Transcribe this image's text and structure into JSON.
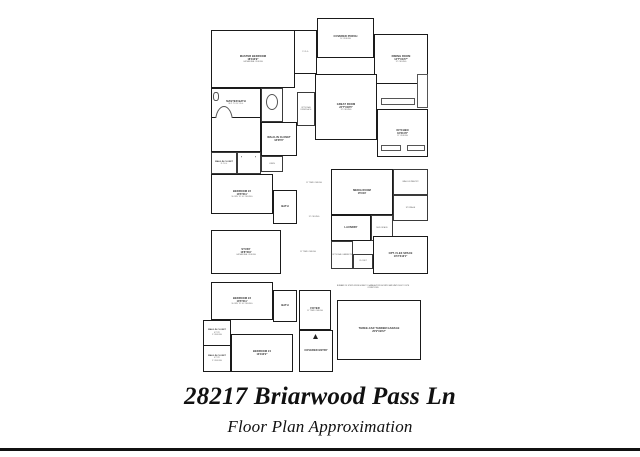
{
  "caption": {
    "address": "28217 Briarwood Pass Ln",
    "subtitle": "Floor Plan Approximation"
  },
  "plan": {
    "rooms": [
      {
        "id": "master-bedroom",
        "name": "MASTER BEDROOM",
        "dim": "18'X13'9\"",
        "sub": "CATHEDRAL CEILING"
      },
      {
        "id": "covered-porch",
        "name": "COVERED PORCH",
        "dim": "",
        "sub": "10' CEILING"
      },
      {
        "id": "dining-room",
        "name": "DINING ROOM",
        "dim": "14'7\"X13'7\"",
        "sub": "12' CEILING"
      },
      {
        "id": "great-room",
        "name": "GREAT ROOM",
        "dim": "22'7\"X18'5\"",
        "sub": "12' CEILING"
      },
      {
        "id": "kitchen",
        "name": "KITCHEN",
        "dim": "16'X11'8\"",
        "sub": "12' CEILING"
      },
      {
        "id": "master-bath",
        "name": "MASTER BATH",
        "dim": "",
        "sub": "SLP. TO 10' CLG."
      },
      {
        "id": "walk-in-closet-master",
        "name": "WALK-IN CLOSET",
        "dim": "18'X5'6\"",
        "sub": ""
      },
      {
        "id": "walk-in-closet-small",
        "name": "WALK-IN CLOSET",
        "dim": "",
        "sub": "8' CLG."
      },
      {
        "id": "linen",
        "name": "LINEN",
        "dim": "",
        "sub": ""
      },
      {
        "id": "optional-fireplace",
        "name": "OPTIONAL FIREPLACE",
        "dim": "",
        "sub": ""
      },
      {
        "id": "bedroom-2",
        "name": "BEDROOM #2",
        "dim": "13'6\"X11'",
        "sub": "SLOPE TO 10' CEILING"
      },
      {
        "id": "bath-2",
        "name": "BATH",
        "dim": "",
        "sub": ""
      },
      {
        "id": "media-room",
        "name": "MEDIA ROOM",
        "dim": "15'X10'",
        "sub": ""
      },
      {
        "id": "walk-in-pantry",
        "name": "WALK-IN PANTRY",
        "dim": "",
        "sub": ""
      },
      {
        "id": "storage",
        "name": "STORAGE",
        "dim": "",
        "sub": ""
      },
      {
        "id": "laundry",
        "name": "LAUNDRY",
        "dim": "",
        "sub": ""
      },
      {
        "id": "mud-space",
        "name": "MUD SPACE",
        "dim": "",
        "sub": ""
      },
      {
        "id": "optional-cabinets",
        "name": "OPTIONAL CABINETS",
        "dim": "",
        "sub": ""
      },
      {
        "id": "closet-flex",
        "name": "CLOSET",
        "dim": "",
        "sub": ""
      },
      {
        "id": "opt-flex-space",
        "name": "OPT. FLEX SPACE",
        "dim": "13'4\"X13'1\"",
        "sub": ""
      },
      {
        "id": "study",
        "name": "STUDY",
        "dim": "13'8\"X10'",
        "sub": "CATHEDRAL CEILING"
      },
      {
        "id": "bedroom-3",
        "name": "BEDROOM #3",
        "dim": "13'6\"X11'",
        "sub": "SLOPE TO 10' CEILING"
      },
      {
        "id": "bath-3",
        "name": "BATH",
        "dim": "",
        "sub": ""
      },
      {
        "id": "foyer",
        "name": "FOYER",
        "dim": "",
        "sub": "11' TRAY CEILING"
      },
      {
        "id": "bedroom-4",
        "name": "BEDROOM #4",
        "dim": "13'X10'2\"",
        "sub": ""
      },
      {
        "id": "covered-entry",
        "name": "COVERED ENTRY",
        "dim": "",
        "sub": ""
      },
      {
        "id": "walk-in-closet-a",
        "name": "WALK-IN CLOSET",
        "dim": "6'2\"X5'",
        "sub": "9' CEILING"
      },
      {
        "id": "walk-in-closet-b",
        "name": "WALK-IN CLOSET",
        "dim": "6'2\"X5'",
        "sub": "9' CEILING"
      },
      {
        "id": "three-car-garage",
        "name": "THREE-CAR TANDEM GARAGE",
        "dim": "20'9\"X20'2\"",
        "sub": ""
      }
    ],
    "ceiling_notes": {
      "porch_left": "9' CLG.",
      "hall_tray_upper": "11' TRAY CEILING",
      "hall_tray_lower": "11' TRAY CEILING",
      "great_hall": "12' CEILING"
    },
    "disclaimer": "NUMBER OF STEPS FROM HOME TO GARAGE/PORCH/ PATIO MAY VARY DUE TO SITE CONDITIONS"
  }
}
